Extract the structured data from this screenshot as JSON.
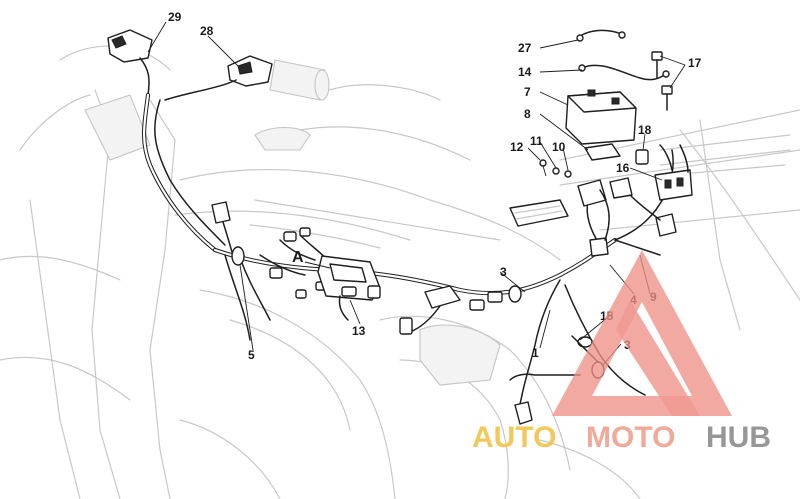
{
  "callouts": {
    "c29": "29",
    "c28": "28",
    "c27": "27",
    "c17": "17",
    "c14": "14",
    "c7": "7",
    "c8": "8",
    "c18": "18",
    "c11": "11",
    "c12": "12",
    "c10": "10",
    "c16": "16",
    "c3a": "3",
    "cA": "A",
    "c4": "4",
    "c9": "9",
    "c15": "15",
    "c3b": "3",
    "c1": "1",
    "c13": "13",
    "c5": "5"
  },
  "watermark": {
    "part1": "AUTO",
    "part2": "MOTO",
    "part3": "HUB",
    "colors": {
      "auto": "#f2c34a",
      "moto": "#f0a08f",
      "hub": "#8c8c8c",
      "triangle": "#ee8f86"
    }
  }
}
